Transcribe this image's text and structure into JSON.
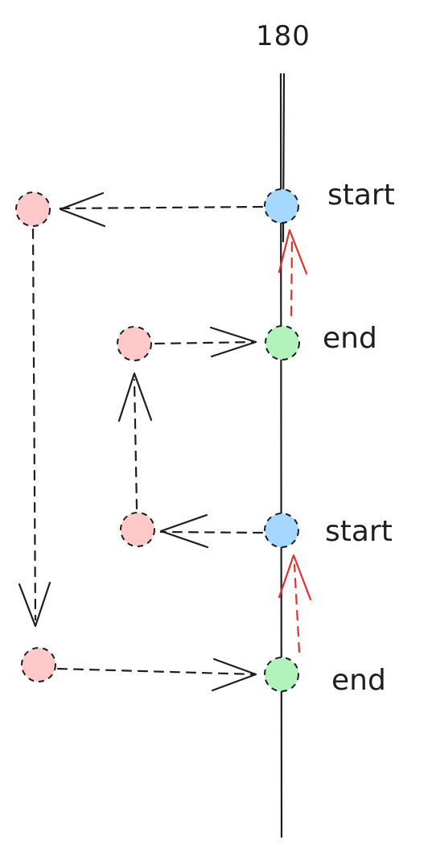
{
  "title": "180",
  "labels": {
    "start_top": "start",
    "end_upper": "end",
    "start_lower": "start",
    "end_bottom": "end"
  },
  "colors": {
    "start_node": "#a5d8ff",
    "end_node": "#b2f2bb",
    "side_node": "#ffc9c9",
    "stroke": "#1e1e1e",
    "red_arrow": "#e03131"
  }
}
